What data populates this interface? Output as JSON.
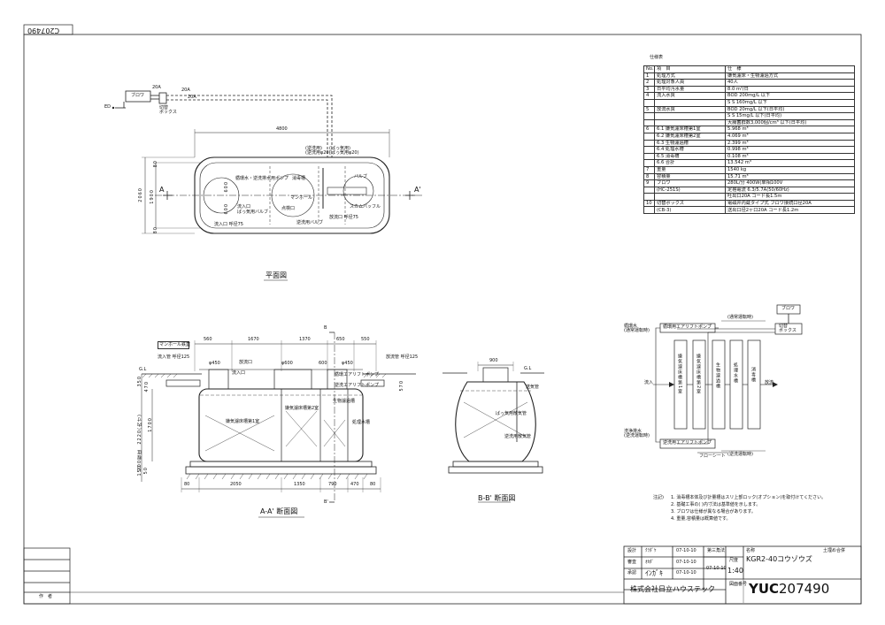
{
  "drawing_number_stamp": "C207490",
  "plan_view": {
    "caption": "平面図",
    "blower_label": "ブロワ",
    "ed_label": "ED",
    "pipe_20a_1": "20A",
    "pipe_20a_2": "20A",
    "pipe_20a_3": "20A",
    "switch_box_label": "切替\nボックス",
    "dim_total_length": "4800",
    "dim_width_outer": "2060",
    "dim_width_inner": "1900",
    "dim_side_80_top": "80",
    "dim_side_80_bottom": "80",
    "dim_600_a": "600",
    "dim_600_b": "600",
    "section_a": "A",
    "section_a_prime": "A'",
    "label_return_pipe": "(逆洗用)\n(逆洗用φ20)",
    "label_air_pipe": "(ばっ気用)\n(ばっ気用φ20)",
    "label_inflow": "流入口",
    "label_outflow": "放流口 呼径75",
    "label_inflow_diam": "流入口 呼径75",
    "label_valve": "バルブ",
    "label_valve_box": "ばっ気用バルブ",
    "label_return_valve": "逆洗用バルブ",
    "label_drain": "消毒槽",
    "label_inspection": "点検口",
    "label_cover": "マンホール",
    "label_sewage": "循環水・逆洗排水用ポンプ",
    "label_sludge": "スカムバッフル"
  },
  "section_aa": {
    "caption": "A-A' 断面図",
    "manhole_label": "マンホール鉄蓋",
    "label_inflow_pipe": "流入管 呼径125",
    "label_outflow_pipe": "放流管 呼径125",
    "label_gl": "G.L",
    "dims_top": [
      "560",
      "1670",
      "1370",
      "650",
      "550"
    ],
    "dims_top_sub": [
      "φ450",
      "φ600",
      "600",
      "φ450"
    ],
    "dims_bottom": [
      "80",
      "2050",
      "1350",
      "790",
      "470",
      "80"
    ],
    "dims_left": [
      "350",
      "470",
      "2220(内寸)",
      "1700",
      "200程度",
      "150",
      "50"
    ],
    "dim_right": "570",
    "label_bprime_top": "B",
    "label_bprime_bottom": "B'",
    "label_chamber1": "嫌気濾床槽第1室",
    "label_chamber2": "嫌気濾床槽第2室",
    "label_chamber3": "生物濾過槽",
    "label_chamber4": "処理水槽",
    "label_pump": "逆洗エアリフトポンプ",
    "label_airlift": "循環エアリフトポンプ",
    "label_inflow_circle": "流入口",
    "label_outflow_circle": "放流口"
  },
  "section_bb": {
    "caption": "B-B' 断面図",
    "dim_top": "900",
    "label_gl": "G.L",
    "label_pipe": "送気管",
    "label_filter": "ばっ気用散気管",
    "label_valve": "逆洗用散気管"
  },
  "spec_table": {
    "title": "仕様表",
    "header_no": "No.",
    "header_item": "項　目",
    "header_spec": "仕　様",
    "rows": [
      {
        "no": "1",
        "item": "処理方式",
        "spec": "嫌気濾床・生物濾過方式"
      },
      {
        "no": "2",
        "item": "処理対象人員",
        "spec": "40人"
      },
      {
        "no": "3",
        "item": "日平均汚水量",
        "spec": "8.0 m³/日"
      },
      {
        "no": "4",
        "item": "流入水質",
        "spec": "BOD 200mg/L 以下"
      },
      {
        "no": "",
        "item": "",
        "spec": "S S 160mg/L 以下"
      },
      {
        "no": "5",
        "item": "放流水質",
        "spec": "BOD 20mg/L 以下(日平均)"
      },
      {
        "no": "",
        "item": "",
        "spec": "S S 15mg/L 以下(日平均)"
      },
      {
        "no": "",
        "item": "",
        "spec": "大腸菌群数3,000個/cm³ 以下(日平均)"
      },
      {
        "no": "6",
        "item": "6.1 嫌気濾床槽第1室",
        "spec": "5.968 m³"
      },
      {
        "no": "",
        "item": "6.2 嫌気濾床槽第2室",
        "spec": "4.069 m³"
      },
      {
        "no": "",
        "item": "6.3 生物濾過槽",
        "spec": "2.399 m³"
      },
      {
        "no": "",
        "item": "6.4 処理水槽",
        "spec": "0.998 m³"
      },
      {
        "no": "",
        "item": "6.5 消毒槽",
        "spec": "0.108 m³"
      },
      {
        "no": "",
        "item": "6.6 合計",
        "spec": "13.542 m³"
      },
      {
        "no": "7",
        "item": "重量",
        "spec": "1540 kg"
      },
      {
        "no": "8",
        "item": "容積量",
        "spec": "15.71 m³"
      },
      {
        "no": "9",
        "item": "ブロワ",
        "spec": "280L/分 400W(単相100V"
      },
      {
        "no": "",
        "item": "(HC-251S)",
        "spec": "定格電流 6.3/5.7A(50/60Hz)"
      },
      {
        "no": "",
        "item": "",
        "spec": "吐出口20A コード長1.5m"
      },
      {
        "no": "10",
        "item": "切替ボックス",
        "spec": "電磁弁内蔵タイプ式 ブロワ接続口径20A"
      },
      {
        "no": "",
        "item": "(CB-3)",
        "spec": "送出口径2ヶ口20A コード長1.2m"
      }
    ]
  },
  "flow_sheet": {
    "caption": "フローシート",
    "blower": "ブロワ",
    "switch_box": "切替\nボックス",
    "timer_label": "(通常運転時)",
    "timer_label2": "(逆洗運転時)",
    "circulating_label": "循環水\n(通常運転時)",
    "backwash_label": "洗浄排水\n(逆洗運転時)",
    "pump_top": "循環用エアリフトポンプ",
    "pump_bottom": "逆洗用エアリフトポンプ",
    "inflow": "流入",
    "outflow": "放流",
    "tanks": [
      "嫌気濾床槽第1室",
      "嫌気濾床槽第2室",
      "生物濾過槽",
      "処理水槽",
      "消毒槽"
    ]
  },
  "notes": {
    "title": "注記)",
    "items": [
      "1. 消毒槽本体及び計量槽はスリ上部ロック(オプション)を取付けてください。",
      "2. 基礎工事の( )内寸法は基準値を示します。",
      "3. ブロワは仕様が異なる場合があります。",
      "4. 重量,容積量は概算値です。"
    ]
  },
  "title_block": {
    "roles": [
      "設計",
      "審査",
      "承認"
    ],
    "names": [
      "ｸﾗﾀﾞｹ",
      "ｵｶﾀﾞ",
      "ｲﾝｶﾞｷ"
    ],
    "dates": [
      "07-10-10",
      "07-10-10",
      "07-10-10"
    ],
    "projection_label": "第三角法",
    "scale_label": "尺度",
    "scale": "1:40",
    "date_stamp": "07-10-10",
    "name_label": "名称",
    "product_name": "KGR2-40コウゾウズ",
    "product_type": "土埋め合併",
    "company": "株式会社日立ハウステック",
    "drawing_no_label": "図面番号",
    "drawing_prefix": "YUC",
    "drawing_no": "207490",
    "author_label": "作　者"
  }
}
